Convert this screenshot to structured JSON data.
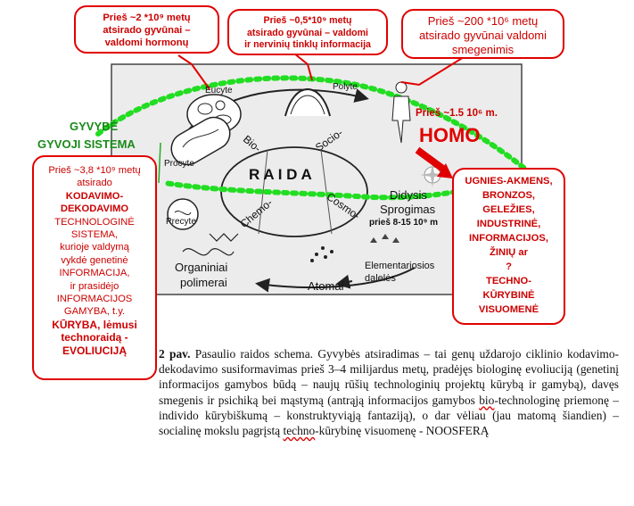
{
  "top_boxes": [
    {
      "lines": [
        "Prieš ~2 *10⁹ metų",
        "atsirado gyvūnai –",
        "valdomi hormonų"
      ]
    },
    {
      "lines": [
        "Prieš ~0,5*10⁹ metų",
        "atsirado gyvūnai – valdomi",
        "ir nervinių tinklų informacija"
      ]
    },
    {
      "lines": [
        "Prieš ~200 *10⁶ metų",
        "atsirado gyvūnai valdomi",
        "smegenimis"
      ]
    }
  ],
  "left_box": {
    "l1": "Prieš ~3,8 *10⁹ metų",
    "l2": "atsirado",
    "l3": "KODAVIMO-",
    "l4": "DEKODAVIMO",
    "l5": "TECHNOLOGINĖ",
    "l6": "SISTEMA,",
    "l7": "kurioje valdymą",
    "l8": "vykdė genetinė",
    "l9": "INFORMACIJA,",
    "l10": "ir prasidėjo",
    "l11": "INFORMACIJOS",
    "l12": "GAMYBA,  t.y.",
    "l13": "KŪRYBA, lėmusi",
    "l14": "technoraidą -",
    "l15": "EVOLIUCIJĄ"
  },
  "right_box": {
    "lines": [
      "UGNIES-AKMENS,",
      "BRONZOS,",
      "GELEŽIES,",
      "INDUSTRINĖ,",
      "INFORMACIJOS,",
      "ŽINIŲ ar",
      "?",
      "TECHNO-",
      "KŪRYBINĖ",
      "VISUOMENĖ"
    ]
  },
  "labels": {
    "gyvybe": "GYVYBĖ",
    "gyvoji": "GYVOJI SISTEMA",
    "raida": "R A I D A",
    "eucyte": "Eucyte",
    "polyte": "Polyte",
    "procyte": "Procyte",
    "precyte": "Precyte",
    "bio": "Bio-",
    "socio": "Socio-",
    "chemo": "Chemo-",
    "cosmo": "Cosmo-",
    "homo_pries": "Prieš ~1.5 10⁶ m.",
    "homo": "HOMO",
    "didysis": "Didysis",
    "sprogimas": "Sprogimas",
    "didysis_date": "prieš 8-15 10⁹ m",
    "organiniai1": "Organiniai",
    "organiniai2": "polimerai",
    "atomai": "Atomai",
    "elementariosios1": "Elementariosios",
    "elementariosios2": "dalelės"
  },
  "caption": {
    "fig": "2 pav.",
    "p1": " Pasaulio raidos schema. Gyvybės atsiradimas – tai genų uždarojo ciklinio kodavimo-dekodavimo susiformavimas prieš 3–4 milijardus metų, pradėjęs biologinę evoliuciją (genetinį informacijos gamybos būdą – naujų rūšių technologinių projektų kūrybą ir gamybą), davęs smegenis ir psichiką bei mąstymą (antrąją informacijos gamybos ",
    "w1": "bio",
    "p2": "-technologinę priemonę – individo kūrybiškumą – konstruktyviąją fantaziją), o dar vėliau (jau matomą šiandien) – socialinę mokslu pagrįstą ",
    "w2": "techno",
    "p3": "-kūrybinę visuomenę - NOOSFERĄ"
  },
  "colors": {
    "red": "#e00000",
    "green": "#22dd22",
    "dark": "#222222"
  }
}
